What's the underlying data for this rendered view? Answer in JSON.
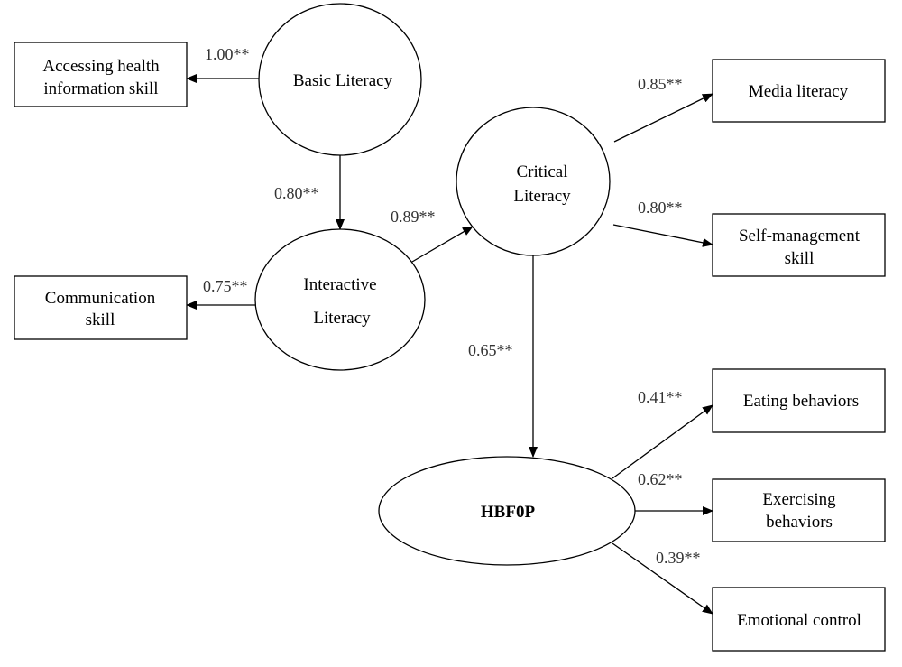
{
  "nodes": {
    "basic_literacy": {
      "lines": [
        "Basic Literacy"
      ]
    },
    "interactive_literacy": {
      "lines": [
        "Interactive",
        "Literacy"
      ]
    },
    "critical_literacy": {
      "lines": [
        "Critical",
        "Literacy"
      ]
    },
    "hbf0p": {
      "lines": [
        "HBF0P"
      ]
    },
    "accessing_health": {
      "lines": [
        "Accessing health",
        "information skill"
      ]
    },
    "communication": {
      "lines": [
        "Communication",
        "skill"
      ]
    },
    "media_literacy": {
      "lines": [
        "Media literacy"
      ]
    },
    "self_management": {
      "lines": [
        "Self-management",
        "skill"
      ]
    },
    "eating": {
      "lines": [
        "Eating behaviors"
      ]
    },
    "exercising": {
      "lines": [
        "Exercising",
        "behaviors"
      ]
    },
    "emotional": {
      "lines": [
        "Emotional control"
      ]
    }
  },
  "edges": [
    {
      "from": "basic_literacy",
      "to": "accessing_health",
      "coefficient": "1.00**"
    },
    {
      "from": "basic_literacy",
      "to": "interactive_literacy",
      "coefficient": "0.80**"
    },
    {
      "from": "interactive_literacy",
      "to": "communication",
      "coefficient": "0.75**"
    },
    {
      "from": "interactive_literacy",
      "to": "critical_literacy",
      "coefficient": "0.89**"
    },
    {
      "from": "critical_literacy",
      "to": "media_literacy",
      "coefficient": "0.85**"
    },
    {
      "from": "critical_literacy",
      "to": "self_management",
      "coefficient": "0.80**"
    },
    {
      "from": "critical_literacy",
      "to": "hbf0p",
      "coefficient": "0.65**"
    },
    {
      "from": "hbf0p",
      "to": "eating",
      "coefficient": "0.41**"
    },
    {
      "from": "hbf0p",
      "to": "exercising",
      "coefficient": "0.62**"
    },
    {
      "from": "hbf0p",
      "to": "emotional",
      "coefficient": "0.39**"
    }
  ]
}
